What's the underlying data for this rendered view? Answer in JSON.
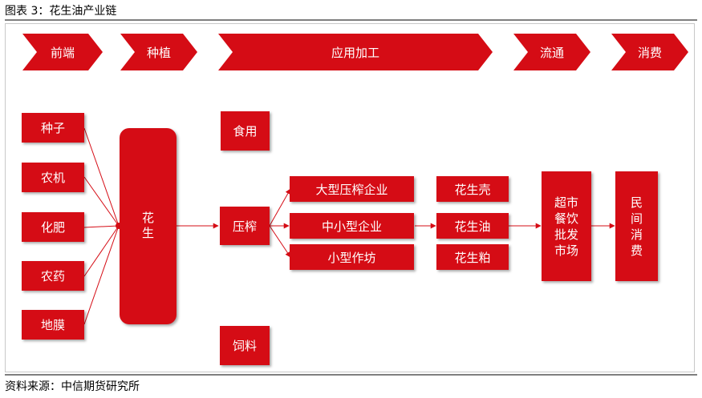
{
  "title": "图表 3：花生油产业链",
  "source": "资料来源：中信期货研究所",
  "colors": {
    "accent": "#d50c15",
    "connector": "#d50c15"
  },
  "stages": [
    "前端",
    "种植",
    "应用加工",
    "流通",
    "消费"
  ],
  "inputs": [
    "种子",
    "农机",
    "化肥",
    "农药",
    "地膜"
  ],
  "crop": "花生",
  "uses": {
    "food": "食用",
    "press": "压榨",
    "feed": "饲料"
  },
  "enterprises": [
    "大型压榨企业",
    "中小型企业",
    "小型作坊"
  ],
  "products": [
    "花生壳",
    "花生油",
    "花生粕"
  ],
  "distribution": "超市\n餐饮\n批发\n市场",
  "consumption": "民\n间\n消\n费"
}
